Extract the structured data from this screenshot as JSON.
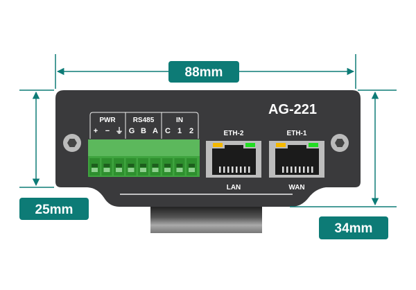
{
  "model": "AG-221",
  "dimensions": {
    "width": "88mm",
    "height_panel": "25mm",
    "height_total": "34mm"
  },
  "terminal_groups": [
    {
      "name": "PWR",
      "pins": [
        "+",
        "−",
        "⏚"
      ]
    },
    {
      "name": "RS485",
      "pins": [
        "G",
        "B",
        "A"
      ]
    },
    {
      "name": "IN",
      "pins": [
        "C",
        "1",
        "2"
      ]
    }
  ],
  "ports": [
    {
      "top_label": "ETH-2",
      "bottom_label": "LAN"
    },
    {
      "top_label": "ETH-1",
      "bottom_label": "WAN"
    }
  ],
  "colors": {
    "accent": "#0d7b76",
    "panel": "#3a3a3c",
    "terminal": "#5cb85c",
    "led_amber": "#f5b800",
    "led_green": "#22dd22"
  }
}
